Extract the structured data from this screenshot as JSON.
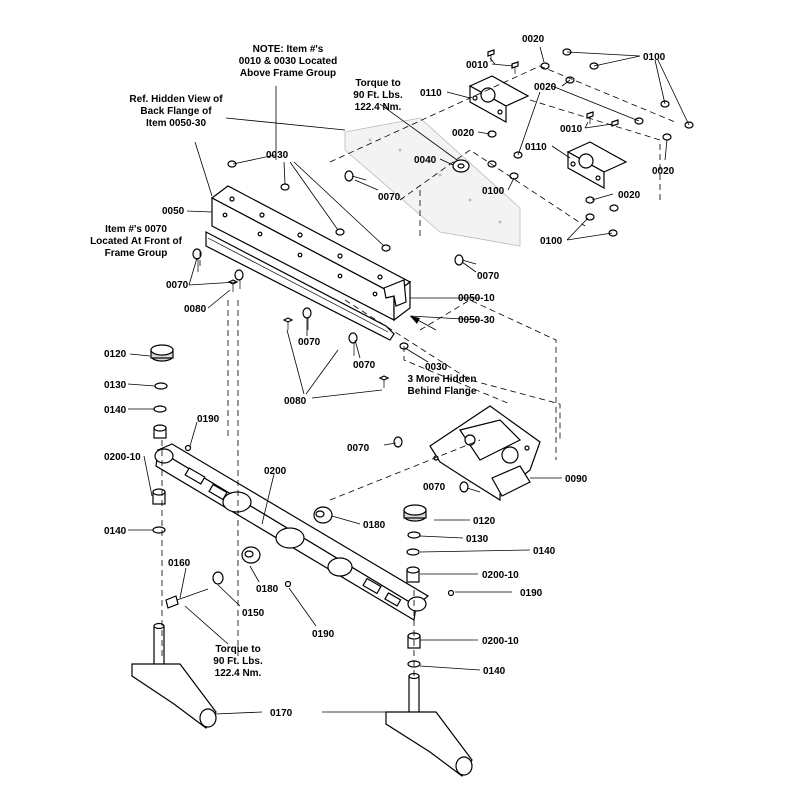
{
  "labels": {
    "l0010a": "0010",
    "l0010b": "0010",
    "l0020a": "0020",
    "l0020b": "0020",
    "l0020c": "0020",
    "l0020d": "0020",
    "l0020e": "0020",
    "l0030a": "0030",
    "l0030b": "0030",
    "l0040": "0040",
    "l0050": "0050",
    "l0050_10": "0050-10",
    "l0050_30": "0050-30",
    "l0070a": "0070",
    "l0070b": "0070",
    "l0070c": "0070",
    "l0070d": "0070",
    "l0070e": "0070",
    "l0070f": "0070",
    "l0070g": "0070",
    "l0080a": "0080",
    "l0080b": "0080",
    "l0090": "0090",
    "l0100a": "0100",
    "l0100b": "0100",
    "l0100c": "0100",
    "l0110a": "0110",
    "l0110b": "0110",
    "l0120a": "0120",
    "l0120b": "0120",
    "l0130a": "0130",
    "l0130b": "0130",
    "l0140a": "0140",
    "l0140b": "0140",
    "l0140c": "0140",
    "l0140d": "0140",
    "l0150": "0150",
    "l0160": "0160",
    "l0170": "0170",
    "l0180a": "0180",
    "l0180b": "0180",
    "l0190a": "0190",
    "l0190b": "0190",
    "l0190c": "0190",
    "l0200": "0200",
    "l0200_10a": "0200-10",
    "l0200_10b": "0200-10",
    "l0200_10c": "0200-10"
  },
  "notes": {
    "note_top_1": "NOTE: Item #'s",
    "note_top_2": "0010 & 0030 Located",
    "note_top_3": "Above Frame Group",
    "torque_top_1": "Torque to",
    "torque_top_2": "90 Ft. Lbs.",
    "torque_top_3": "122.4 Nm.",
    "ref_1": "Ref. Hidden View of",
    "ref_2": "Back Flange of",
    "ref_3": "Item 0050-30",
    "front_1": "Item #'s 0070",
    "front_2": "Located At Front of",
    "front_3": "Frame Group",
    "hidden_1": "3 More Hidden",
    "hidden_2": "Behind Flange",
    "torque_bot_1": "Torque to",
    "torque_bot_2": "90 Ft. Lbs.",
    "torque_bot_3": "122.4 Nm."
  }
}
